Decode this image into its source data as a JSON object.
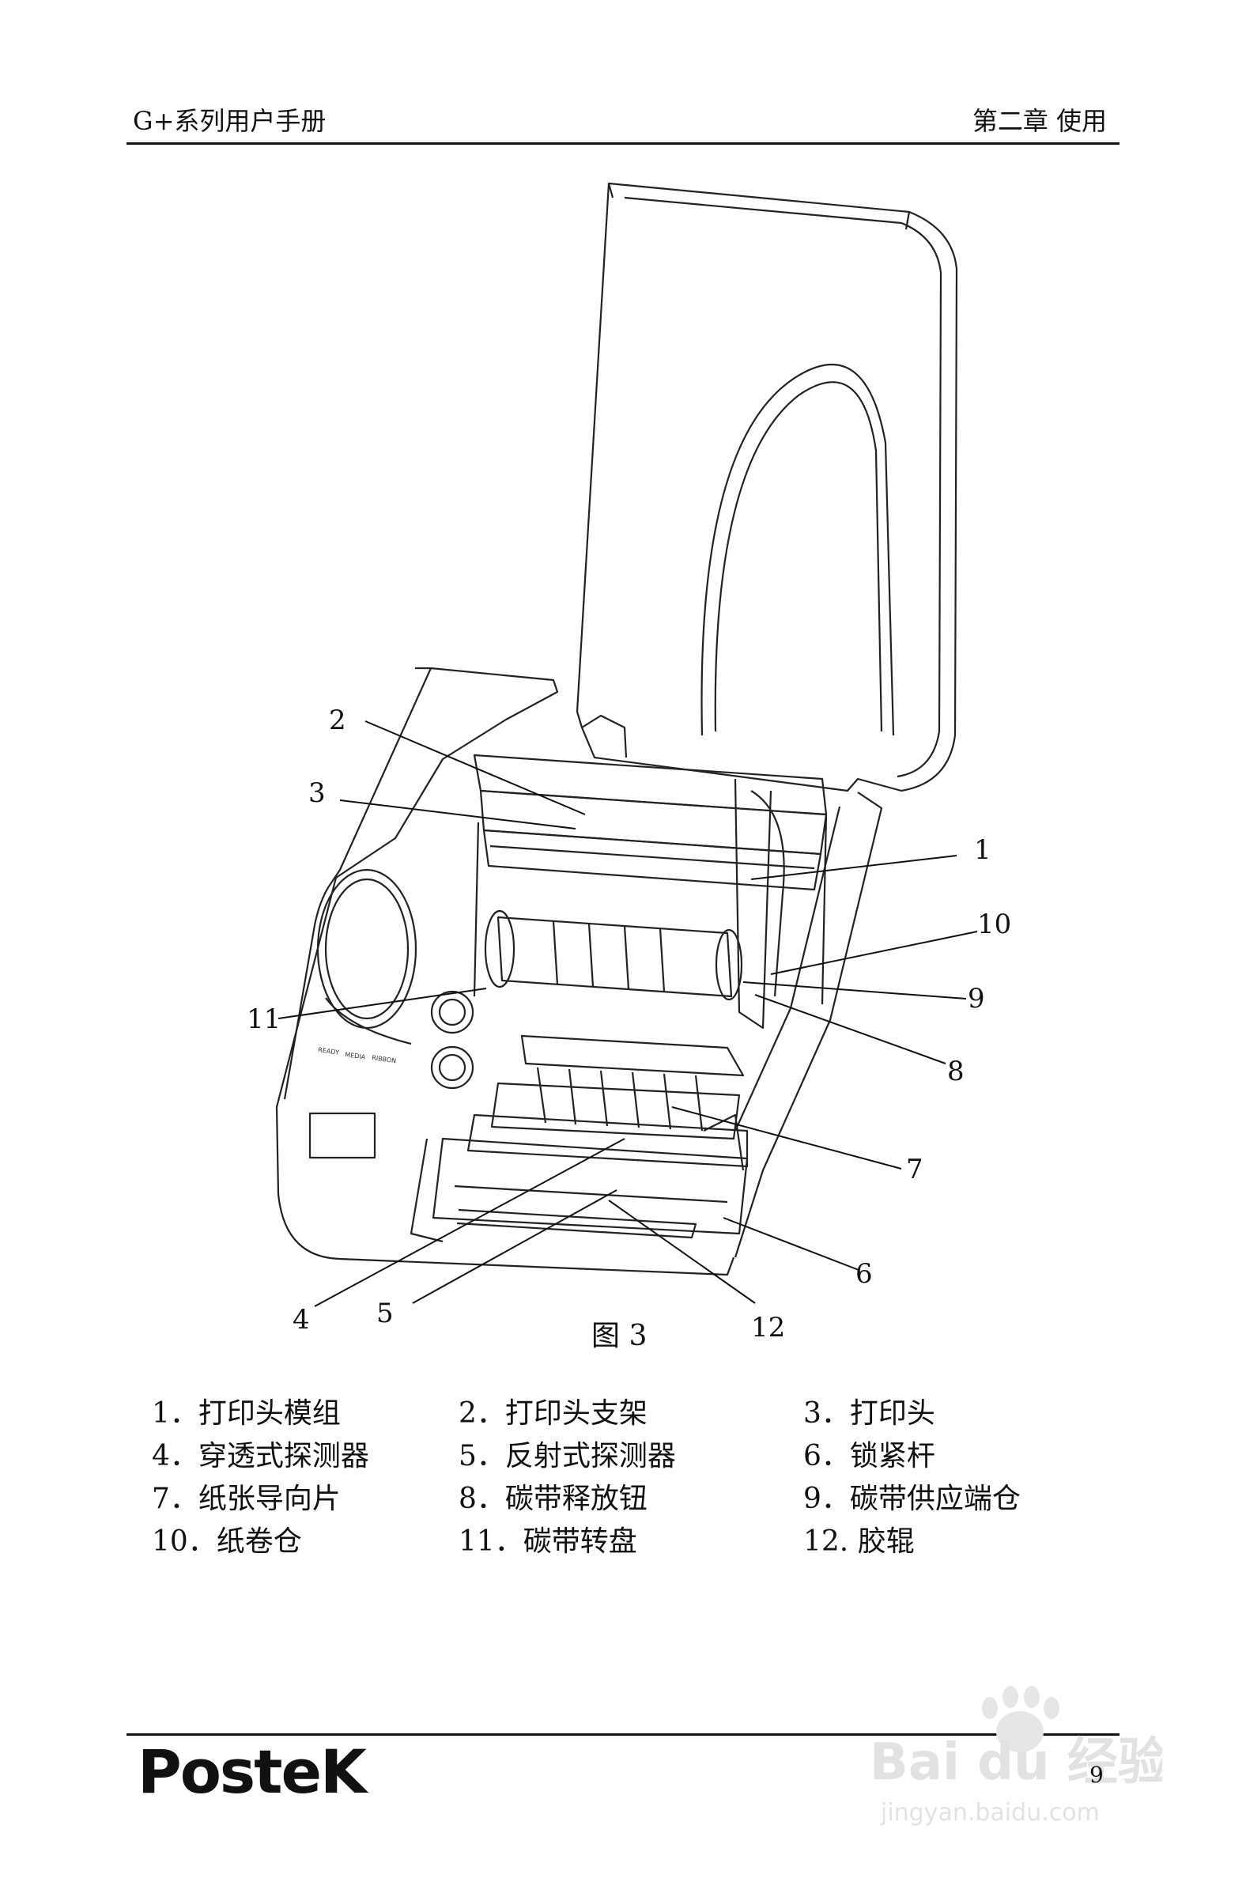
{
  "header": {
    "left": "G+系列用户手册",
    "right": "第二章  使用"
  },
  "figure": {
    "caption": "图 3",
    "callouts": [
      "1",
      "2",
      "3",
      "4",
      "5",
      "6",
      "7",
      "8",
      "9",
      "10",
      "11",
      "12"
    ],
    "panel_labels": [
      "READY",
      "MEDIA",
      "RIBBON"
    ]
  },
  "legend": [
    "1．打印头模组",
    "2．打印头支架",
    "3．打印头",
    "4．穿透式探测器",
    "5．反射式探测器",
    "6．锁紧杆",
    "7．纸张导向片",
    "8．碳带释放钮",
    "9．碳带供应端仓",
    "10．纸卷仓",
    "11．碳带转盘",
    "12. 胶辊"
  ],
  "footer": {
    "logo": "PosteK",
    "page": "9"
  },
  "watermark": {
    "brand": "Bai du 经验",
    "url": "jingyan.baidu.com"
  }
}
